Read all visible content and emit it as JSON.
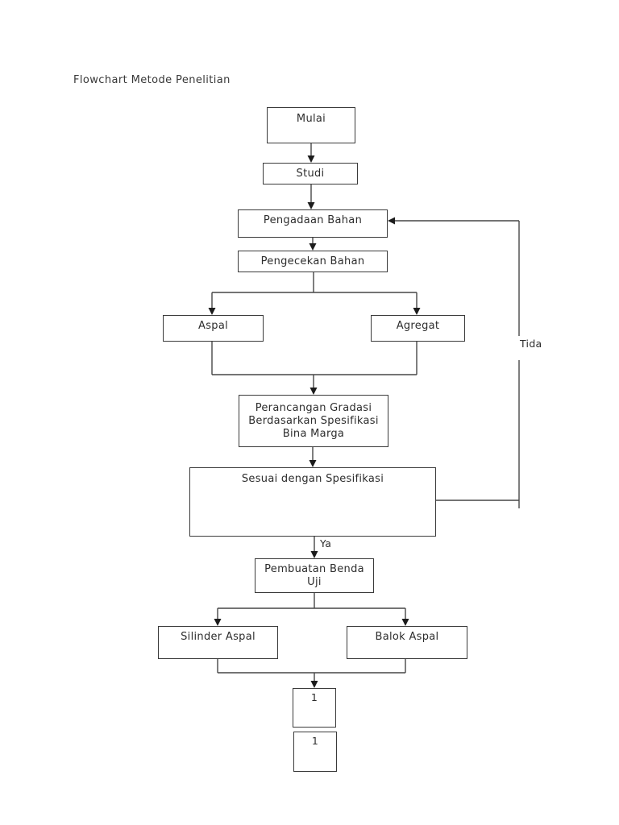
{
  "page": {
    "title": "Flowchart Metode Penelitian"
  },
  "flowchart": {
    "nodes": {
      "mulai": "Mulai",
      "studi": "Studi",
      "pengadaan_bahan": "Pengadaan Bahan",
      "pengecekan_bahan": "Pengecekan Bahan",
      "aspal": "Aspal",
      "agregat": "Agregat",
      "perancangan_gradasi": "Perancangan Gradasi\nBerdasarkan Spesifikasi\nBina Marga",
      "sesuai_spesifikasi": "Sesuai dengan Spesifikasi",
      "pembuatan_benda_uji": "Pembuatan Benda\nUji",
      "silinder_aspal": "Silinder Aspal",
      "balok_aspal": "Balok Aspal",
      "offpage_connector_top": "1",
      "offpage_connector_bottom": "1"
    },
    "edge_labels": {
      "yes": "Ya",
      "no": "Tida"
    },
    "colors": {
      "background": "#ffffff",
      "line": "#474747",
      "box_border": "#3a3a3a",
      "text": "#2d2d2d"
    }
  }
}
